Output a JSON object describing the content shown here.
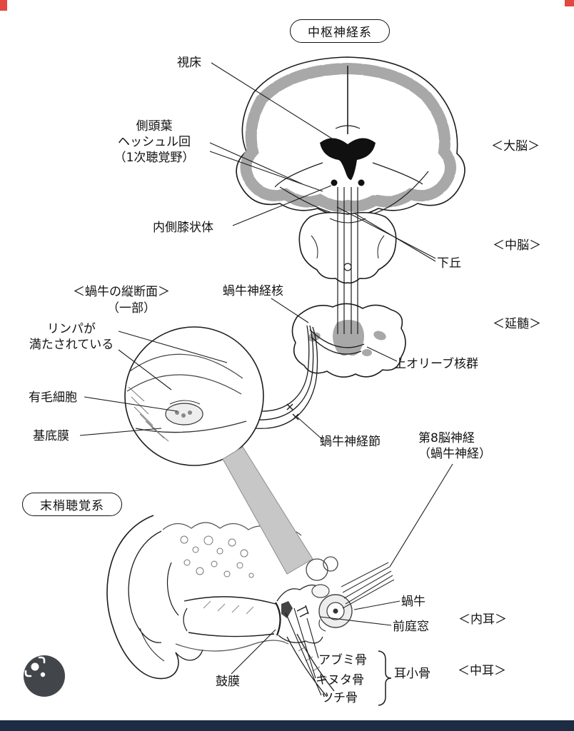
{
  "theme": {
    "background": "#ffffff",
    "ink": "#111111",
    "cortex_gray": "#a3a3a3",
    "wedge_gray": "#c7c7c7",
    "bottom_bar": "#1c2d43",
    "corner_mark_red": "#e2483d",
    "lens_button_bg": "#424549"
  },
  "titles": {
    "central": "中枢神経系",
    "peripheral": "末梢聴覚系"
  },
  "labels": {
    "thalamus": "視床",
    "temporal_lobe": "側頭葉",
    "heschl_gyrus": "ヘッシュル回",
    "primary_auditory_cortex": "（1次聴覚野）",
    "cerebrum": "＜大脳＞",
    "medial_geniculate_body": "内側膝状体",
    "midbrain": "＜中脳＞",
    "inferior_colliculus": "下丘",
    "cochlea_section_title": "＜蝸牛の縦断面＞",
    "cochlea_section_partial": "（一部）",
    "cochlear_nucleus": "蝸牛神経核",
    "medulla": "＜延髄＞",
    "superior_olivary_complex": "上オリーブ核群",
    "lymph_line1": "リンパが",
    "lymph_line2": "満たされている",
    "hair_cells": "有毛細胞",
    "basilar_membrane": "基底膜",
    "spiral_ganglion": "蝸牛神経節",
    "eighth_nerve_line1": "第8脳神経",
    "eighth_nerve_line2": "（蝸牛神経）",
    "cochlea": "蝸牛",
    "inner_ear": "＜内耳＞",
    "oval_window": "前庭窓",
    "stapes": "アブミ骨",
    "incus": "キヌタ骨",
    "malleus": "ツチ骨",
    "auditory_ossicles": "耳小骨",
    "middle_ear": "＜中耳＞",
    "eardrum": "鼓膜"
  },
  "icons": {
    "lens": "camera-lens-icon"
  }
}
